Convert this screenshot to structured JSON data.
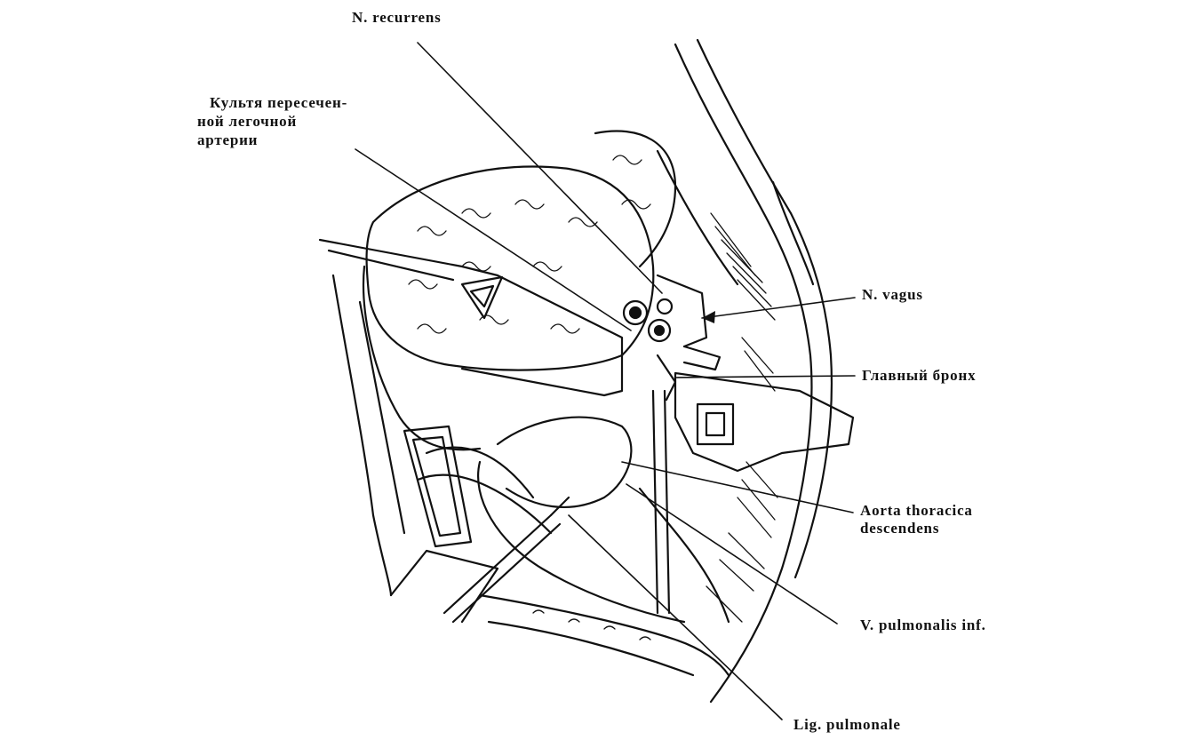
{
  "labels": {
    "n_recurrens": "N. recurrens",
    "stump_line1": "Культя пересечен-",
    "stump_line2": "ной легочной",
    "stump_line3": "артерии",
    "n_vagus": "N. vagus",
    "main_bronchus": "Главный бронх",
    "aorta_line1": "Aorta thoracica",
    "aorta_line2": "descendens",
    "v_pulmonalis": "V. pulmonalis inf.",
    "lig_pulmonale": "Lig. pulmonale"
  },
  "colors": {
    "ink": "#111111",
    "paper": "#ffffff"
  }
}
